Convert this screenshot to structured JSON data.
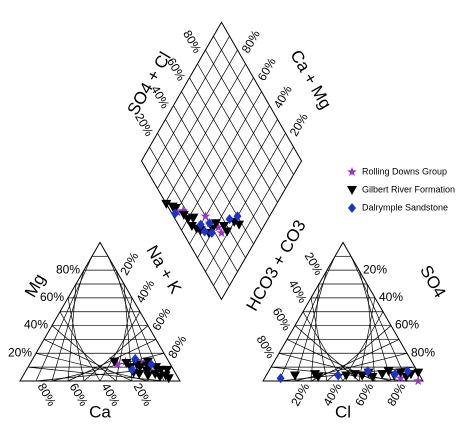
{
  "chart_data": {
    "type": "scatter",
    "subtype": "piper-diagram",
    "title": "",
    "grid": true,
    "legend_position": "right-middle",
    "panels": {
      "cation_triangle": {
        "axis_labels": {
          "left": "Mg",
          "bottom": "Ca",
          "right": "Na + K"
        },
        "left_ticks": [
          "20%",
          "40%",
          "60%",
          "80%"
        ],
        "bottom_ticks": [
          "80%",
          "60%",
          "40%",
          "20%"
        ],
        "right_ticks": [
          "20%",
          "40%",
          "60%",
          "80%"
        ]
      },
      "anion_triangle": {
        "axis_labels": {
          "left": "HCO3 + CO3",
          "bottom": "Cl",
          "right": "SO4"
        },
        "left_ticks": [
          "80%",
          "60%",
          "40%",
          "20%"
        ],
        "bottom_ticks": [
          "20%",
          "40%",
          "60%",
          "80%"
        ],
        "right_ticks": [
          "80%",
          "60%",
          "40%",
          "20%"
        ]
      },
      "diamond": {
        "axis_labels": {
          "upper_left": "SO4 + Cl",
          "upper_right": "Ca + Mg"
        },
        "upper_left_ticks": [
          "80%",
          "60%",
          "40%",
          "20%"
        ],
        "upper_right_ticks": [
          "80%",
          "60%",
          "40%",
          "20%"
        ]
      }
    },
    "series": [
      {
        "name": "Rolling Downs Group",
        "marker": "star",
        "color": "#9933cc",
        "cations": [
          [
            55,
            12
          ],
          [
            59,
            14
          ],
          [
            71,
            13
          ],
          [
            82,
            9
          ]
        ],
        "anions": [
          [
            97,
            0
          ],
          [
            85,
            2
          ]
        ],
        "diamond": [
          [
            76,
            28
          ],
          [
            76,
            24
          ],
          [
            80,
            35
          ],
          [
            92,
            56
          ],
          [
            96,
            59
          ],
          [
            80,
            40
          ]
        ]
      },
      {
        "name": "Gilbert River Formation",
        "marker": "triangle-down",
        "color": "#000000",
        "cations": [
          [
            52,
            14
          ],
          [
            60,
            13
          ],
          [
            64,
            10
          ],
          [
            68,
            6
          ],
          [
            70,
            10
          ],
          [
            72,
            5
          ],
          [
            74,
            11
          ],
          [
            76,
            7
          ],
          [
            78,
            4
          ],
          [
            80,
            10
          ],
          [
            82,
            5
          ],
          [
            84,
            8
          ],
          [
            86,
            3
          ],
          [
            88,
            8
          ],
          [
            89,
            4
          ],
          [
            92,
            2
          ],
          [
            73,
            14
          ],
          [
            67,
            12
          ]
        ],
        "anions": [
          [
            18,
            4
          ],
          [
            30,
            5
          ],
          [
            33,
            3
          ],
          [
            50,
            4
          ],
          [
            55,
            5
          ],
          [
            60,
            4
          ],
          [
            63,
            6
          ],
          [
            67,
            3
          ],
          [
            72,
            5
          ],
          [
            75,
            7
          ],
          [
            80,
            4
          ],
          [
            83,
            6
          ],
          [
            88,
            3
          ],
          [
            90,
            5
          ],
          [
            94,
            6
          ]
        ],
        "diamond": [
          [
            100,
            69
          ],
          [
            97,
            64
          ],
          [
            96,
            62
          ],
          [
            93,
            54
          ],
          [
            92,
            50
          ],
          [
            92,
            45
          ],
          [
            90,
            41
          ],
          [
            88,
            38
          ],
          [
            84,
            32
          ],
          [
            80,
            31
          ],
          [
            76,
            31
          ],
          [
            72,
            25
          ],
          [
            72,
            21
          ],
          [
            64,
            20
          ],
          [
            62,
            16
          ],
          [
            88,
            47
          ]
        ]
      },
      {
        "name": "Dalrymple Sandstone",
        "marker": "diamond",
        "color": "#1a33cc",
        "cations": [
          [
            64,
            16
          ],
          [
            76,
            12
          ],
          [
            66,
            8
          ]
        ],
        "anions": [
          [
            10,
            2
          ],
          [
            45,
            4
          ],
          [
            62,
            7
          ],
          [
            80,
            5
          ],
          [
            87,
            7
          ]
        ],
        "diamond": [
          [
            98,
            60
          ],
          [
            86,
            35
          ],
          [
            86,
            40
          ],
          [
            82,
            30
          ],
          [
            66,
            24
          ],
          [
            60,
            20
          ],
          [
            80,
            35
          ]
        ]
      }
    ]
  }
}
